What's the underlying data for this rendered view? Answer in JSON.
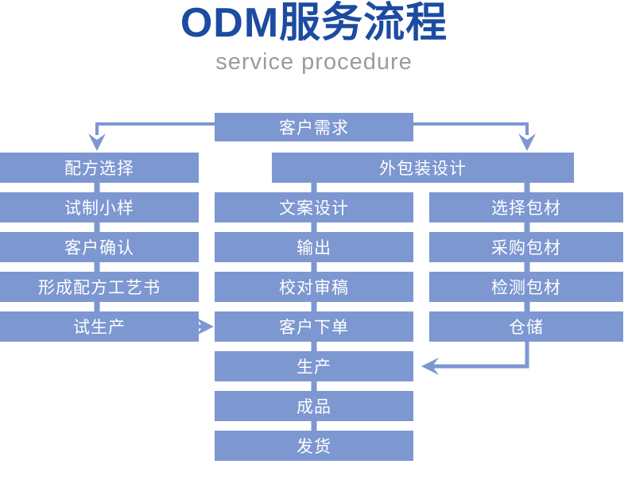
{
  "header": {
    "title": "ODM服务流程",
    "subtitle": "service procedure"
  },
  "colors": {
    "box_fill": "#7d97d1",
    "connector": "#7d97d1",
    "title_color": "#1c4ba0",
    "subtitle_color": "#9b9b9b",
    "box_text": "#ffffff",
    "page_bg": "#ffffff"
  },
  "flow": {
    "customer_demand": "客户需求",
    "left": [
      "配方选择",
      "试制小样",
      "客户确认",
      "形成配方工艺书",
      "试生产"
    ],
    "packaging_design": "外包装设计",
    "middle": [
      "文案设计",
      "输出",
      "校对审稿",
      "客户下单",
      "生产",
      "成品",
      "发货"
    ],
    "right": [
      "选择包材",
      "采购包材",
      "检测包材",
      "仓储"
    ]
  }
}
